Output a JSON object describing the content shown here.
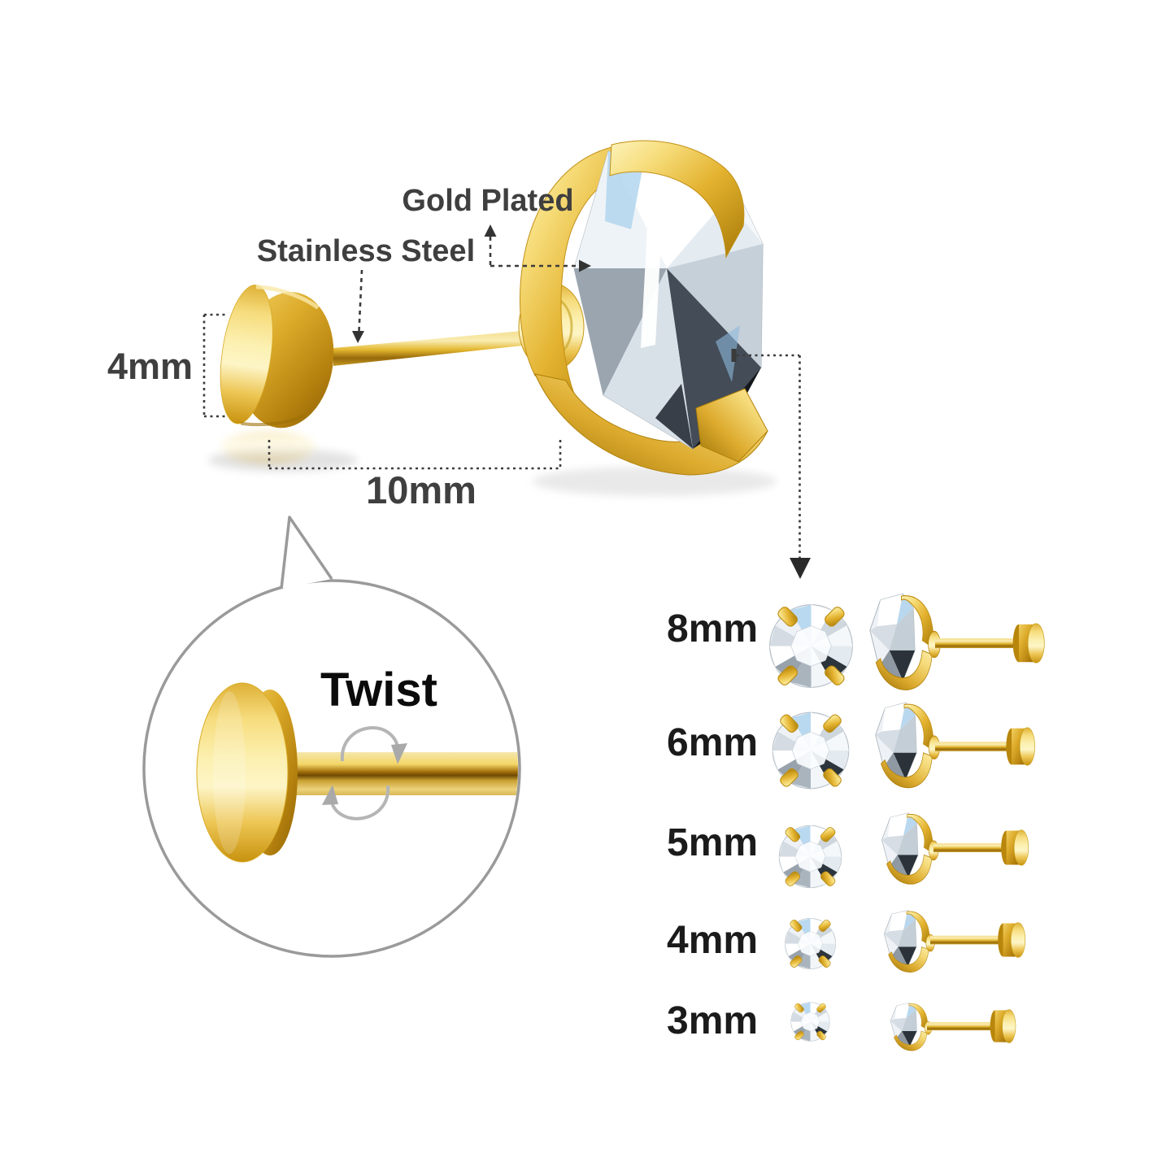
{
  "annotations": {
    "gold_plated": "Gold Plated",
    "stainless_steel": "Stainless Steel",
    "back_size": "4mm",
    "post_length": "10mm",
    "twist": "Twist"
  },
  "size_chart": {
    "rows": [
      {
        "label": "8mm"
      },
      {
        "label": "6mm"
      },
      {
        "label": "5mm"
      },
      {
        "label": "4mm"
      },
      {
        "label": "3mm"
      }
    ]
  },
  "colors": {
    "gold": "#e2ae2c",
    "gold_light": "#fcf0b0",
    "gold_deep": "#a97b08",
    "gem_white": "#eef2f6",
    "gem_dark": "#2b3239",
    "annotation_text": "#3f3f3f",
    "size_text": "#1b1b1b",
    "dash_line": "#3c3c3c",
    "inset_outline": "#9a9a9a",
    "background": "#ffffff"
  }
}
